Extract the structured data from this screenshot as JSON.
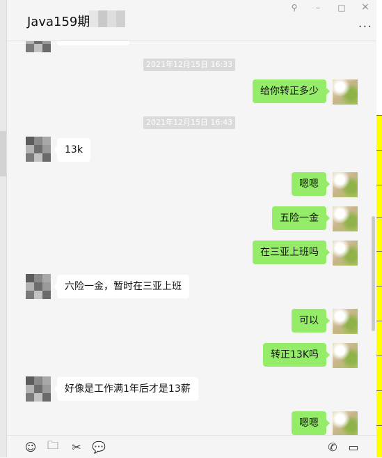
{
  "window": {
    "title": "Java159期",
    "controls": {
      "pin": "⚲",
      "minimize": "–",
      "maximize": "□",
      "close": "×"
    },
    "more_label": "···"
  },
  "messages": [
    {
      "id": "ts1",
      "kind": "timestamp",
      "text": "2021年12月15日 16:33"
    },
    {
      "id": "m1",
      "kind": "out",
      "text": "给你转正多少"
    },
    {
      "id": "ts2",
      "kind": "timestamp",
      "text": "2021年12月15日 16:43"
    },
    {
      "id": "m2",
      "kind": "in",
      "text": "13k"
    },
    {
      "id": "m3",
      "kind": "out",
      "text": "嗯嗯"
    },
    {
      "id": "m4",
      "kind": "out",
      "text": "五险一金"
    },
    {
      "id": "m5",
      "kind": "out",
      "text": "在三亚上班吗"
    },
    {
      "id": "m6",
      "kind": "in",
      "text": "六险一金，暂时在三亚上班"
    },
    {
      "id": "m7",
      "kind": "out",
      "text": "可以"
    },
    {
      "id": "m8",
      "kind": "out",
      "text": "转正13K吗"
    },
    {
      "id": "m9",
      "kind": "in",
      "text": "好像是工作满1年后才是13薪"
    },
    {
      "id": "m10",
      "kind": "out",
      "text": "嗯嗯"
    }
  ],
  "toolbar": {
    "emoji_icon": "☺",
    "folder_icon": "🗀",
    "scissors_icon": "✂",
    "chat_icon": "💬",
    "phone_icon": "✆",
    "video_icon": "▭"
  },
  "colors": {
    "outgoing_bubble": "#95ec69",
    "incoming_bubble": "#ffffff",
    "background": "#f5f5f5",
    "timestamp_bg": "#dadada"
  }
}
